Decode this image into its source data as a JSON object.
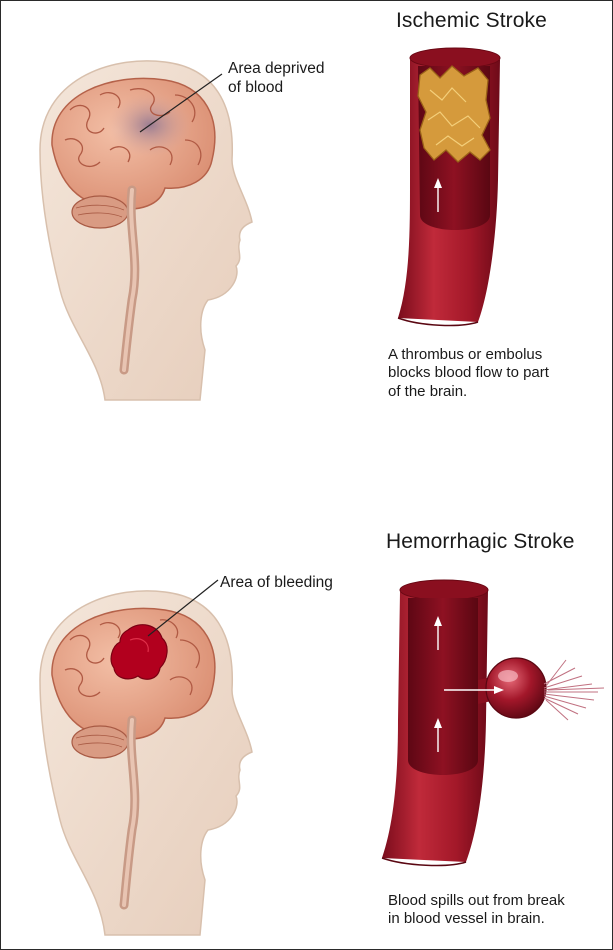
{
  "ischemic": {
    "title": "Ischemic Stroke",
    "brain_label": "Area deprived\nof blood",
    "caption": "A thrombus or embolus\nblocks blood flow to part\nof the brain."
  },
  "hemorrhagic": {
    "title": "Hemorrhagic Stroke",
    "brain_label": "Area of bleeding",
    "caption": "Blood spills out from break\nin blood vessel in brain."
  },
  "colors": {
    "vessel_outer": "#a3172a",
    "vessel_inner": "#7a0f1e",
    "clot": "#d9a040",
    "brain": "#e9a58c",
    "skin": "#f1e1d4",
    "blood": "#b2001e"
  },
  "icons": [
    "head-silhouette-icon",
    "brain-icon",
    "spinal-cord-icon",
    "blood-vessel-icon",
    "clot-icon",
    "aneurysm-icon",
    "blood-spray-icon",
    "flow-arrow-icon"
  ]
}
